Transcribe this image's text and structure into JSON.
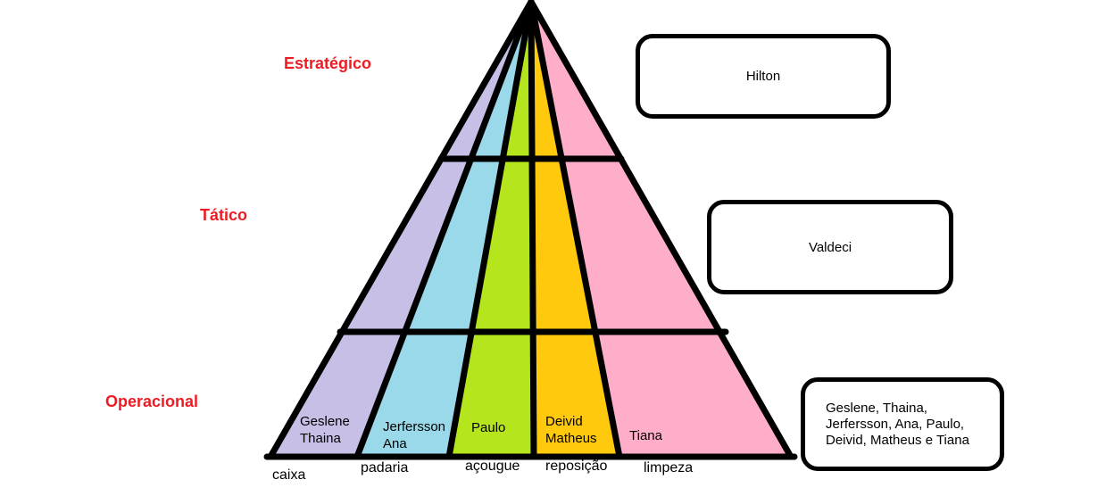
{
  "ui_colors": {
    "label_red": "#ED1C24",
    "outline_black": "#000000",
    "background": "#FFFFFF"
  },
  "levels": [
    {
      "label": "Estratégico"
    },
    {
      "label": "Tático"
    },
    {
      "label": "Operacional"
    }
  ],
  "segments": [
    {
      "line1": "Geslene",
      "line2": "Thaina",
      "department": "caixa",
      "color": "#C8BFE7"
    },
    {
      "line1": "Jerfersson",
      "line2": "Ana",
      "department": "padaria",
      "color": "#99D9EA"
    },
    {
      "line1": "Paulo",
      "line2": "",
      "department": "açougue",
      "color": "#B5E61D"
    },
    {
      "line1": "Deivid",
      "line2": "Matheus",
      "department": "reposição",
      "color": "#FFC90E"
    },
    {
      "line1": "Tiana",
      "line2": "",
      "department": "limpeza",
      "color": "#FFAEC9"
    }
  ],
  "callouts": [
    {
      "text": "Hilton"
    },
    {
      "text": "Valdeci"
    },
    {
      "line1": "Geslene, Thaina,",
      "line2": "Jerfersson, Ana, Paulo,",
      "line3": "Deivid, Matheus e Tiana"
    }
  ]
}
